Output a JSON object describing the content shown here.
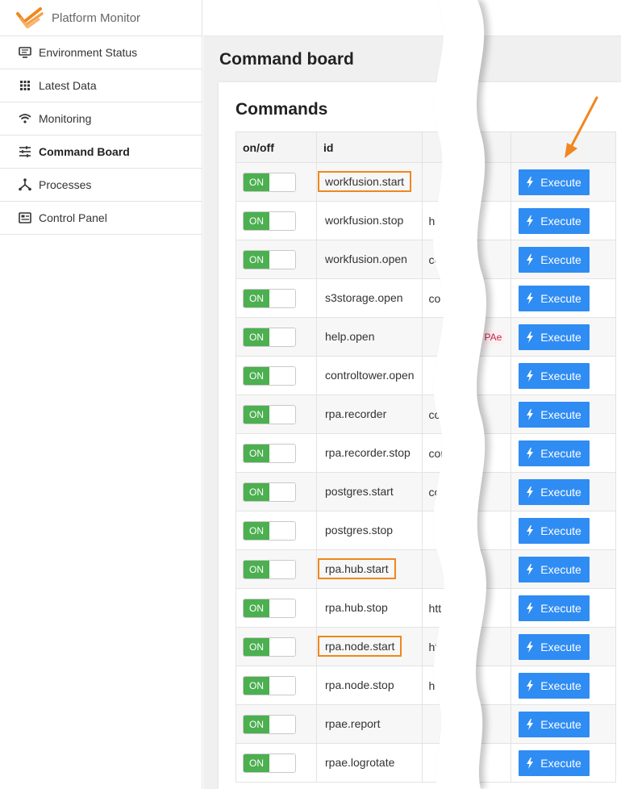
{
  "app": {
    "title": "Platform Monitor",
    "brand_color": "#f0871e"
  },
  "sidebar": {
    "items": [
      {
        "label": "Environment Status",
        "icon": "monitor-icon",
        "active": false
      },
      {
        "label": "Latest Data",
        "icon": "grid-icon",
        "active": false
      },
      {
        "label": "Monitoring",
        "icon": "wifi-icon",
        "active": false
      },
      {
        "label": "Command Board",
        "icon": "sliders-icon",
        "active": true
      },
      {
        "label": "Processes",
        "icon": "network-icon",
        "active": false
      },
      {
        "label": "Control Panel",
        "icon": "panel-icon",
        "active": false
      }
    ]
  },
  "main": {
    "page_title": "Command board",
    "card_title": "Commands",
    "columns": [
      "on/off",
      "id",
      "",
      ""
    ],
    "toggle_label": "ON",
    "execute_label": "Execute",
    "accent_color": "#2f8cf3",
    "highlight_color": "#f0871e",
    "rows": [
      {
        "id": "workfusion.start",
        "fragment": "",
        "tag": "",
        "highlight": true
      },
      {
        "id": "workfusion.stop",
        "fragment": "htt",
        "tag": "",
        "highlight": false
      },
      {
        "id": "workfusion.open",
        "fragment": "cor",
        "tag": "",
        "highlight": false
      },
      {
        "id": "s3storage.open",
        "fragment": "co",
        "tag": "",
        "highlight": false
      },
      {
        "id": "help.open",
        "fragment": "",
        "tag": "PAe",
        "highlight": false
      },
      {
        "id": "controltower.open",
        "fragment": "",
        "tag": "",
        "highlight": false
      },
      {
        "id": "rpa.recorder",
        "fragment": "co",
        "tag": "",
        "highlight": false
      },
      {
        "id": "rpa.recorder.stop",
        "fragment": "con",
        "tag": "",
        "highlight": false
      },
      {
        "id": "postgres.start",
        "fragment": "co",
        "tag": "",
        "highlight": false
      },
      {
        "id": "postgres.stop",
        "fragment": "",
        "tag": "",
        "highlight": false
      },
      {
        "id": "rpa.hub.start",
        "fragment": "",
        "tag": "",
        "highlight": true
      },
      {
        "id": "rpa.hub.stop",
        "fragment": "htt",
        "tag": "",
        "highlight": false
      },
      {
        "id": "rpa.node.start",
        "fragment": "http",
        "tag": "",
        "highlight": true
      },
      {
        "id": "rpa.node.stop",
        "fragment": "htt",
        "tag": "",
        "highlight": false
      },
      {
        "id": "rpae.report",
        "fragment": "",
        "tag": "",
        "highlight": false
      },
      {
        "id": "rpae.logrotate",
        "fragment": "",
        "tag": "",
        "highlight": false
      }
    ]
  }
}
